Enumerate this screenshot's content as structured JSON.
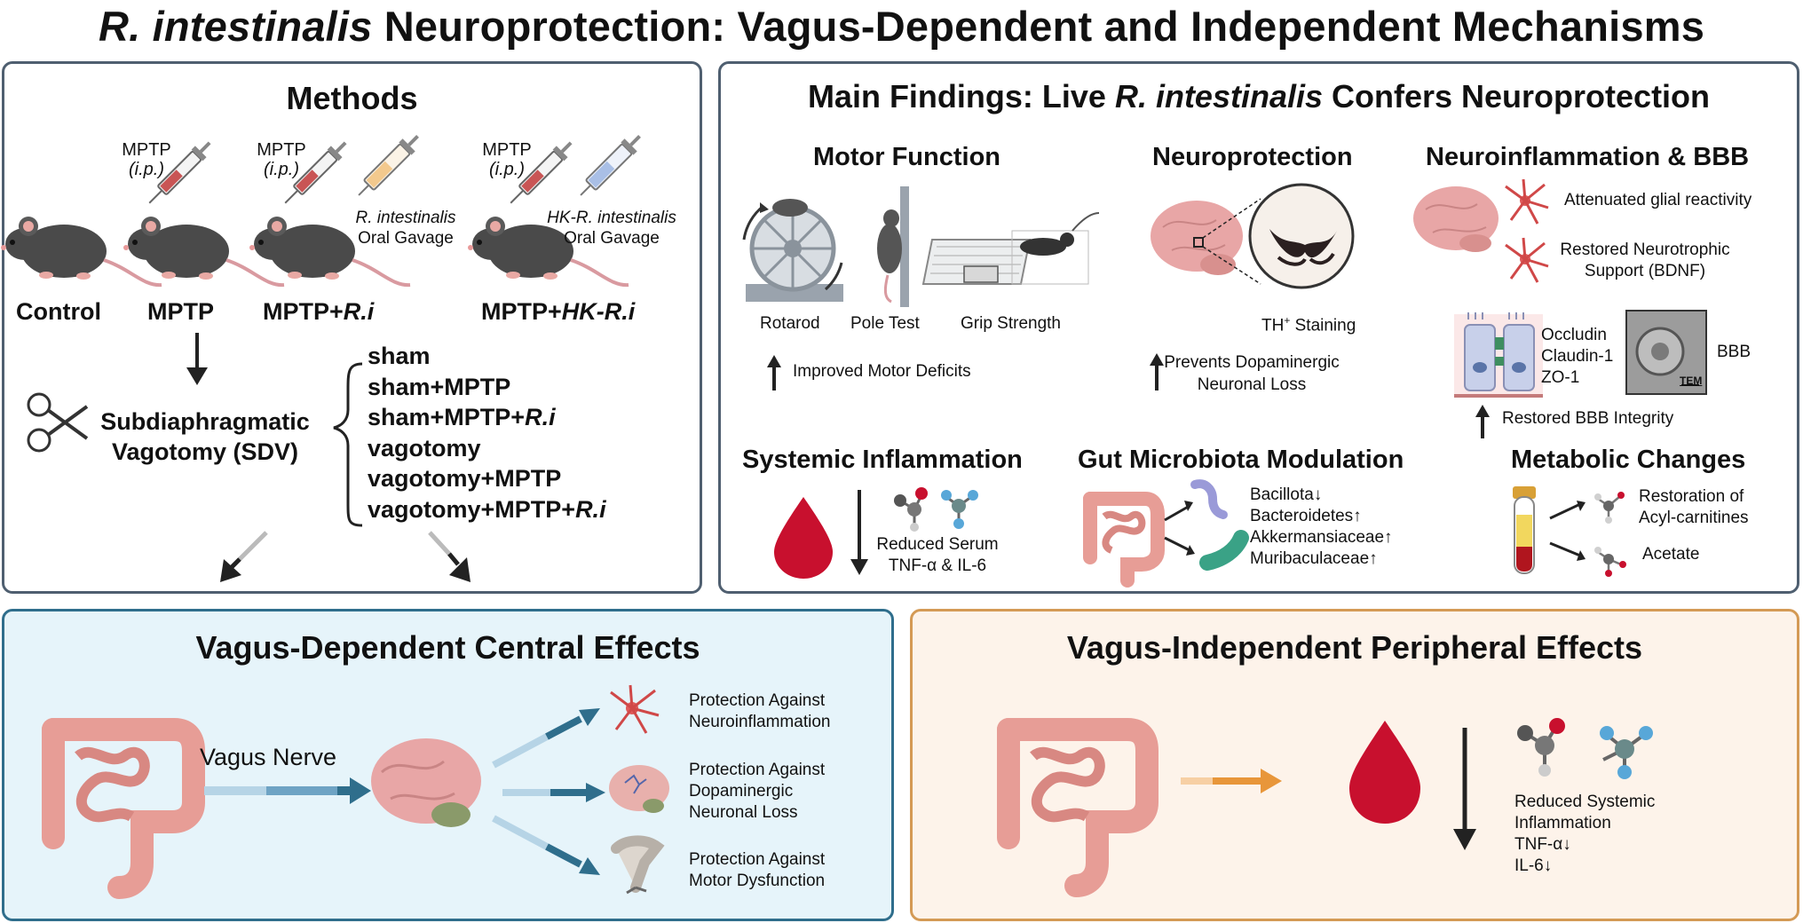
{
  "title": {
    "species": "R. intestinalis",
    "rest": " Neuroprotection: Vagus-Dependent and Independent Mechanisms"
  },
  "methods": {
    "title": "Methods",
    "injection_top": "MPTP",
    "injection_route": "(i.p.)",
    "gavage_ri": [
      "R. intestinalis",
      "Oral Gavage"
    ],
    "gavage_hk": [
      "HK-R. intestinalis",
      "Oral Gavage"
    ],
    "groups": {
      "control": "Control",
      "mptp": "MPTP",
      "mptp_ri_prefix": "MPTP+",
      "mptp_ri_suffix": "R.i",
      "mptp_hk_prefix": "MPTP+",
      "mptp_hk_suffix": "HK-R.i"
    },
    "sdv": [
      "Subdiaphragmatic",
      "Vagotomy (SDV)"
    ],
    "sdv_groups": [
      "sham",
      "sham+MPTP",
      "sham+MPTP+",
      "vagotomy",
      "vagotomy+MPTP",
      "vagotomy+MPTP+"
    ],
    "sdv_italic_suffix": "R.i"
  },
  "findings": {
    "title_prefix": "Main Findings: Live ",
    "title_italic": "R. intestinalis",
    "title_suffix": " Confers Neuroprotection",
    "motor": {
      "title": "Motor Function",
      "rotarod": "Rotarod",
      "pole": "Pole Test",
      "grip": "Grip Strength",
      "result": "Improved Motor Deficits"
    },
    "neuro": {
      "title": "Neuroprotection",
      "stain": "TH",
      "stain_sup": "+",
      "stain_suffix": " Staining",
      "result": [
        "Prevents Dopaminergic",
        "Neuronal Loss"
      ]
    },
    "bbb": {
      "title": "Neuroinflammation & BBB",
      "glial": "Attenuated glial reactivity",
      "bdnf": [
        "Restored Neurotrophic",
        "Support (BDNF)"
      ],
      "proteins": [
        "Occludin",
        "Claudin-1",
        "ZO-1"
      ],
      "tem": "TEM",
      "bbb_label": "BBB",
      "result": "Restored BBB Integrity"
    },
    "systemic": {
      "title": "Systemic Inflammation",
      "result": [
        "Reduced Serum",
        "TNF-α & IL-6"
      ]
    },
    "gut": {
      "title": "Gut Microbiota Modulation",
      "taxa": [
        "Bacillota↓",
        "Bacteroidetes↑",
        "Akkermansiaceae↑",
        "Muribaculaceae↑"
      ]
    },
    "metabolic": {
      "title": "Metabolic Changes",
      "acyl": [
        "Restoration of",
        "Acyl-carnitines"
      ],
      "acetate": "Acetate"
    }
  },
  "vagus_dependent": {
    "title": "Vagus-Dependent Central Effects",
    "nerve": "Vagus Nerve",
    "effects": [
      [
        "Protection Against",
        "Neuroinflammation"
      ],
      [
        "Protection Against",
        "Dopaminergic",
        "Neuronal Loss"
      ],
      [
        "Protection Against",
        "Motor Dysfunction"
      ]
    ]
  },
  "vagus_independent": {
    "title": "Vagus-Independent Peripheral Effects",
    "result": [
      "Reduced Systemic",
      "Inflammation",
      "TNF-α↓",
      "IL-6↓"
    ]
  },
  "colors": {
    "panel_border": "#4f5f70",
    "blue_panel_bg": "#e6f4fa",
    "blue_panel_border": "#2f6e8c",
    "orange_panel_bg": "#fdf3ea",
    "orange_panel_border": "#d49a55",
    "arrow_blue": "#2f6e8c",
    "arrow_orange": "#e8963a",
    "blood": "#c8102e",
    "intestine": "#e79d96"
  }
}
